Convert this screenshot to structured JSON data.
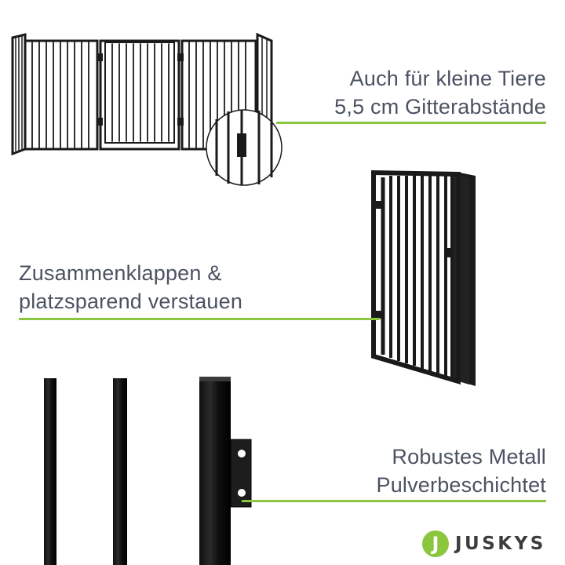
{
  "features": [
    {
      "lines": [
        "Auch für kleine Tiere",
        "5,5 cm Gitterabstände"
      ]
    },
    {
      "lines": [
        "Zusammenklappen &",
        "platzsparend verstauen"
      ]
    },
    {
      "lines": [
        "Robustes Metall",
        "Pulverbeschichtet"
      ]
    }
  ],
  "brand": {
    "name": "JUSKYS",
    "logo": "juskys-j-logo"
  },
  "colors": {
    "accent": "#8cc63f",
    "text": "#4b5262",
    "metal": "#1a1a1a"
  }
}
